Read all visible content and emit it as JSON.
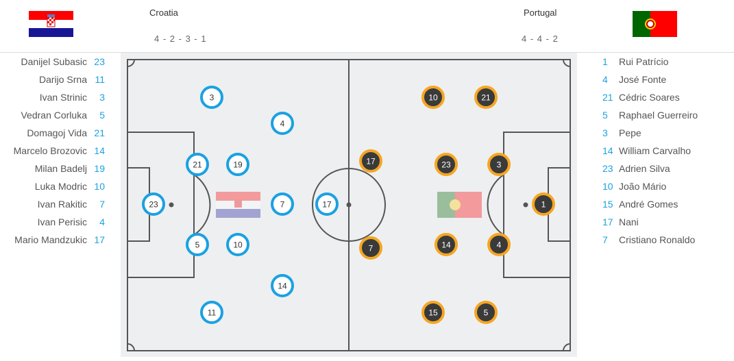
{
  "home": {
    "name": "Croatia",
    "formation": "4 - 2 - 3 - 1",
    "colors": {
      "ring": "#1ba1e2",
      "fill": "#ffffff",
      "text": "#333333"
    },
    "players": [
      {
        "name": "Danijel Subasic",
        "number": "23"
      },
      {
        "name": "Darijo Srna",
        "number": "11"
      },
      {
        "name": "Ivan Strinic",
        "number": "3"
      },
      {
        "name": "Vedran Corluka",
        "number": "5"
      },
      {
        "name": "Domagoj Vida",
        "number": "21"
      },
      {
        "name": "Marcelo Brozovic",
        "number": "14"
      },
      {
        "name": "Milan Badelj",
        "number": "19"
      },
      {
        "name": "Luka Modric",
        "number": "10"
      },
      {
        "name": "Ivan Rakitic",
        "number": "7"
      },
      {
        "name": "Ivan Perisic",
        "number": "4"
      },
      {
        "name": "Mario Mandzukic",
        "number": "17"
      }
    ]
  },
  "away": {
    "name": "Portugal",
    "formation": "4 - 4 - 2",
    "colors": {
      "ring": "#f5a623",
      "fill": "#3a3a3a",
      "text": "#ffffff"
    },
    "players": [
      {
        "name": "Rui Patrício",
        "number": "1"
      },
      {
        "name": "José Fonte",
        "number": "4"
      },
      {
        "name": "Cédric Soares",
        "number": "21"
      },
      {
        "name": "Raphael Guerreiro",
        "number": "5"
      },
      {
        "name": "Pepe",
        "number": "3"
      },
      {
        "name": "William Carvalho",
        "number": "14"
      },
      {
        "name": "Adrien Silva",
        "number": "23"
      },
      {
        "name": "João Mário",
        "number": "10"
      },
      {
        "name": "André Gomes",
        "number": "15"
      },
      {
        "name": "Nani",
        "number": "17"
      },
      {
        "name": "Cristiano Ronaldo",
        "number": "7"
      }
    ]
  }
}
